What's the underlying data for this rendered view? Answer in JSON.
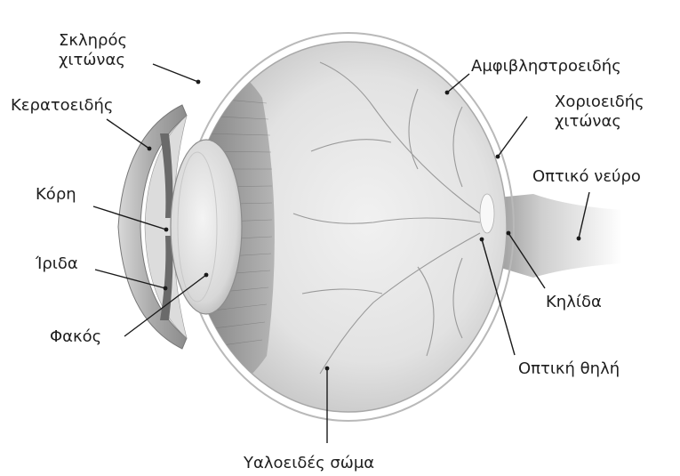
{
  "labels": {
    "sclera": {
      "line1": "Σκληρός",
      "line2": "χιτώνας"
    },
    "cornea": "Κερατοειδής",
    "pupil": "Κόρη",
    "iris": "Ίριδα",
    "lens": "Φακός",
    "retina": "Αμφιβληστροειδής",
    "choroid": {
      "line1": "Χοριοειδής",
      "line2": "χιτώνας"
    },
    "optic_nerve": "Οπτικό νεύρο",
    "fovea": "Κηλίδα",
    "optic_disc": "Οπτική θηλή",
    "vitreous_body": "Υαλοειδές σώμα"
  },
  "colors": {
    "background": "#ffffff",
    "text": "#1e1e1e",
    "leader": "#1a1a1a",
    "eyeball_light": "#eeeeee",
    "eyeball_mid": "#c4c4c4",
    "ciliary": "#8a8a8a",
    "vessel": "#9a9a9a"
  }
}
